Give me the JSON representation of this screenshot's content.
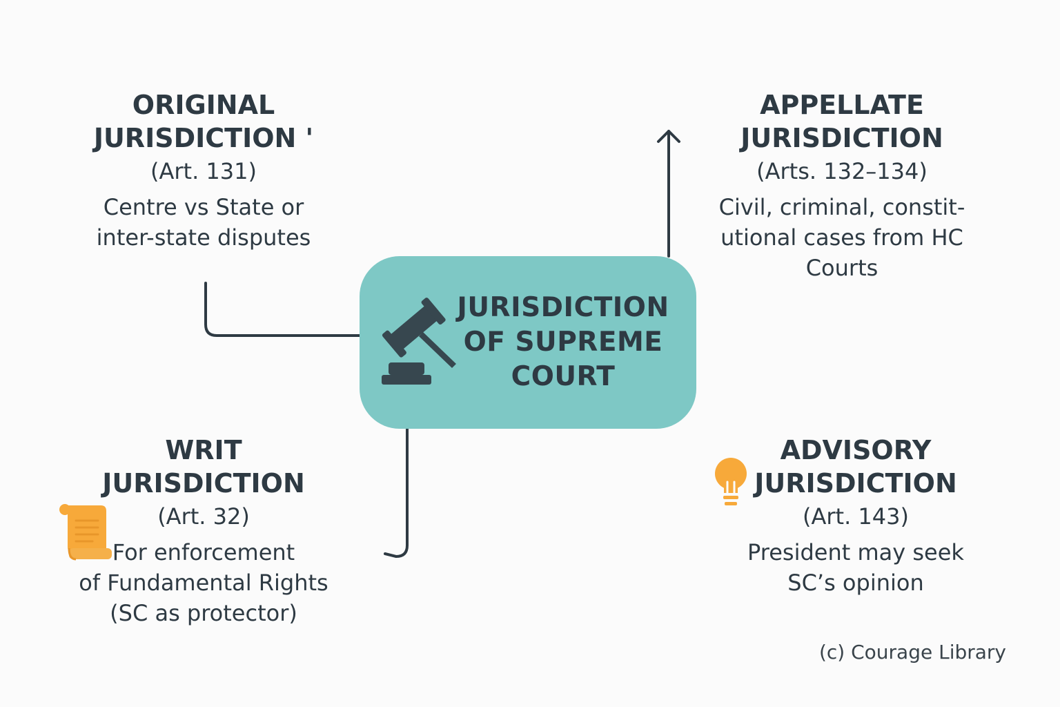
{
  "center": {
    "title_lines": [
      "JURISDICTION",
      "OF SUPREME",
      "COURT"
    ],
    "icon": "gavel-icon",
    "color": "#7ec8c5"
  },
  "original": {
    "heading_lines": [
      "ORIGINAL",
      "JURISDICTION '"
    ],
    "article": "(Art. 131)",
    "desc_lines": [
      "Centre vs State or",
      "inter-state disputes"
    ]
  },
  "appellate": {
    "heading_lines": [
      "APPELLATE",
      "JURISDICTION"
    ],
    "article": "(Arts. 132–134)",
    "desc_lines": [
      "Civil, criminal, constit-",
      "utional cases from HC",
      "Courts"
    ]
  },
  "writ": {
    "heading_lines": [
      "WRIT",
      "JURISDICTION"
    ],
    "article": "(Art. 32)",
    "desc_lines": [
      "For enforcement",
      "of Fundamental Rights",
      "(SC as protector)"
    ],
    "icon": "scroll-icon"
  },
  "advisory": {
    "heading_lines": [
      "ADVISORY",
      "JURISDICTION"
    ],
    "article": "(Art. 143)",
    "desc_lines": [
      "President may seek",
      "SC’s opinion"
    ],
    "icon": "lightbulb-icon"
  },
  "credit": "(c) Courage Library",
  "colors": {
    "text": "#2e3a43",
    "accent_orange": "#f7a93a",
    "line": "#2e3a43"
  }
}
